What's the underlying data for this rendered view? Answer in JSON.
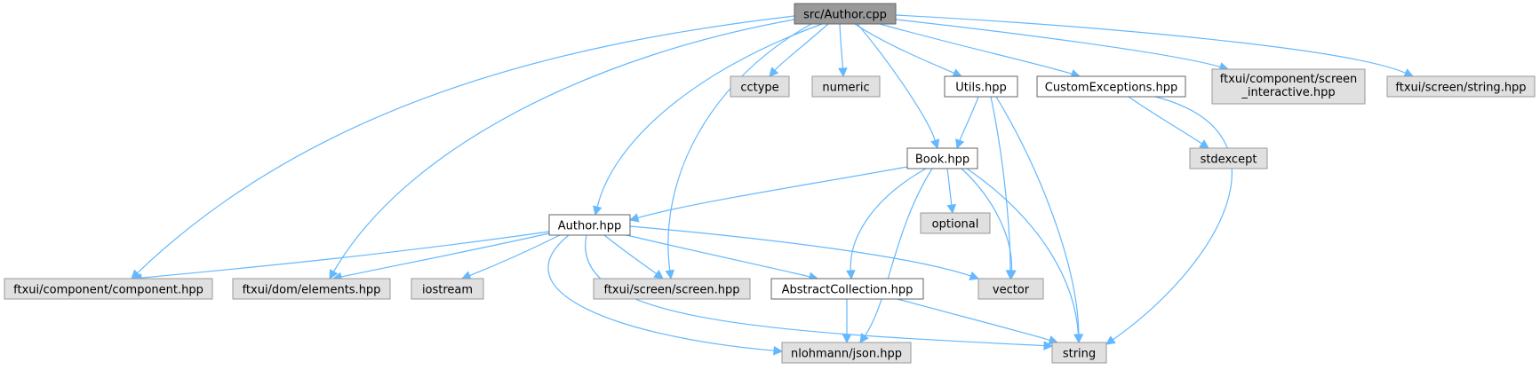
{
  "colors": {
    "edge": "#63b8ff",
    "root_fill": "#999999",
    "root_border": "#666666",
    "local_fill": "#ffffff",
    "local_border": "#666666",
    "external_fill": "#e0e0e0",
    "external_border": "#999999"
  },
  "nodes": [
    {
      "id": "author_cpp",
      "kind": "root",
      "lines": [
        "src/Author.cpp"
      ]
    },
    {
      "id": "cctype",
      "kind": "external",
      "lines": [
        "cctype"
      ]
    },
    {
      "id": "numeric",
      "kind": "external",
      "lines": [
        "numeric"
      ]
    },
    {
      "id": "utils_hpp",
      "kind": "local",
      "lines": [
        "Utils.hpp"
      ]
    },
    {
      "id": "customexceptions_hpp",
      "kind": "local",
      "lines": [
        "CustomExceptions.hpp"
      ]
    },
    {
      "id": "screen_interactive_hpp",
      "kind": "external",
      "lines": [
        "ftxui/component/screen",
        "_interactive.hpp"
      ]
    },
    {
      "id": "screen_string_hpp",
      "kind": "external",
      "lines": [
        "ftxui/screen/string.hpp"
      ]
    },
    {
      "id": "book_hpp",
      "kind": "local",
      "lines": [
        "Book.hpp"
      ]
    },
    {
      "id": "stdexcept",
      "kind": "external",
      "lines": [
        "stdexcept"
      ]
    },
    {
      "id": "optional",
      "kind": "external",
      "lines": [
        "optional"
      ]
    },
    {
      "id": "author_hpp",
      "kind": "local",
      "lines": [
        "Author.hpp"
      ]
    },
    {
      "id": "component_hpp",
      "kind": "external",
      "lines": [
        "ftxui/component/component.hpp"
      ]
    },
    {
      "id": "elements_hpp",
      "kind": "external",
      "lines": [
        "ftxui/dom/elements.hpp"
      ]
    },
    {
      "id": "iostream",
      "kind": "external",
      "lines": [
        "iostream"
      ]
    },
    {
      "id": "screen_hpp",
      "kind": "external",
      "lines": [
        "ftxui/screen/screen.hpp"
      ]
    },
    {
      "id": "abstractcollection_hpp",
      "kind": "local",
      "lines": [
        "AbstractCollection.hpp"
      ]
    },
    {
      "id": "vector",
      "kind": "external",
      "lines": [
        "vector"
      ]
    },
    {
      "id": "json_hpp",
      "kind": "external",
      "lines": [
        "nlohmann/json.hpp"
      ]
    },
    {
      "id": "string",
      "kind": "external",
      "lines": [
        "string"
      ]
    }
  ],
  "edges": [
    {
      "from": "author_cpp",
      "to": "cctype"
    },
    {
      "from": "author_cpp",
      "to": "numeric"
    },
    {
      "from": "author_cpp",
      "to": "utils_hpp"
    },
    {
      "from": "author_cpp",
      "to": "customexceptions_hpp"
    },
    {
      "from": "author_cpp",
      "to": "screen_interactive_hpp"
    },
    {
      "from": "author_cpp",
      "to": "screen_string_hpp"
    },
    {
      "from": "author_cpp",
      "to": "book_hpp"
    },
    {
      "from": "author_cpp",
      "to": "author_hpp"
    },
    {
      "from": "author_cpp",
      "to": "component_hpp"
    },
    {
      "from": "author_cpp",
      "to": "elements_hpp"
    },
    {
      "from": "author_cpp",
      "to": "screen_hpp"
    },
    {
      "from": "utils_hpp",
      "to": "book_hpp"
    },
    {
      "from": "utils_hpp",
      "to": "vector"
    },
    {
      "from": "utils_hpp",
      "to": "string"
    },
    {
      "from": "customexceptions_hpp",
      "to": "stdexcept"
    },
    {
      "from": "customexceptions_hpp",
      "to": "string"
    },
    {
      "from": "book_hpp",
      "to": "author_hpp"
    },
    {
      "from": "book_hpp",
      "to": "optional"
    },
    {
      "from": "book_hpp",
      "to": "abstractcollection_hpp"
    },
    {
      "from": "book_hpp",
      "to": "json_hpp"
    },
    {
      "from": "book_hpp",
      "to": "vector"
    },
    {
      "from": "book_hpp",
      "to": "string"
    },
    {
      "from": "author_hpp",
      "to": "component_hpp"
    },
    {
      "from": "author_hpp",
      "to": "elements_hpp"
    },
    {
      "from": "author_hpp",
      "to": "iostream"
    },
    {
      "from": "author_hpp",
      "to": "screen_hpp"
    },
    {
      "from": "author_hpp",
      "to": "abstractcollection_hpp"
    },
    {
      "from": "author_hpp",
      "to": "vector"
    },
    {
      "from": "author_hpp",
      "to": "json_hpp"
    },
    {
      "from": "author_hpp",
      "to": "string"
    },
    {
      "from": "abstractcollection_hpp",
      "to": "json_hpp"
    },
    {
      "from": "abstractcollection_hpp",
      "to": "string"
    }
  ]
}
